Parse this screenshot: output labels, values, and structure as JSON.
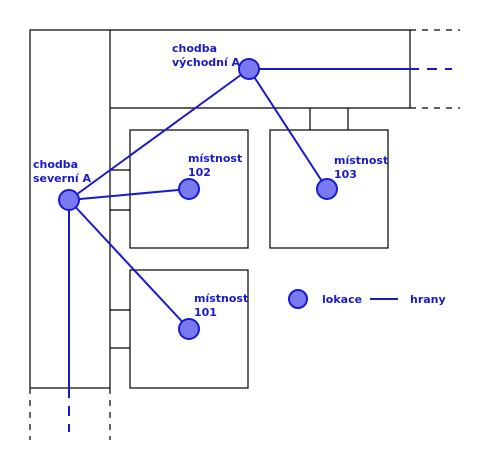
{
  "colors": {
    "node_fill": "#7a7af0",
    "node_stroke": "#1a1acc",
    "edge": "#1a1acc",
    "label": "#1a1acc",
    "wall": "#000000"
  },
  "nodes": {
    "corridor_north": {
      "line1": "chodba",
      "line2": "severní A"
    },
    "corridor_east": {
      "line1": "chodba",
      "line2": "východní A"
    },
    "room_102": {
      "line1": "místnost",
      "line2": "102"
    },
    "room_103": {
      "line1": "místnost",
      "line2": "103"
    },
    "room_101": {
      "line1": "místnost",
      "line2": "101"
    }
  },
  "legend": {
    "node_label": "lokace",
    "edge_label": "hrany"
  }
}
